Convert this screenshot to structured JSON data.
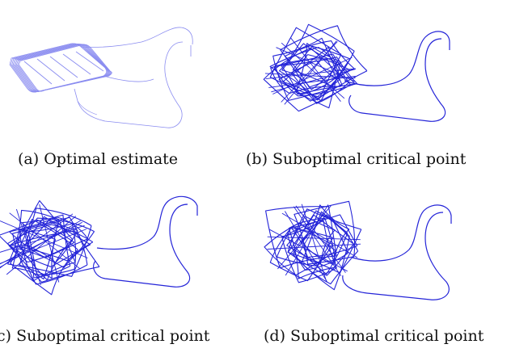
{
  "figure": {
    "panels": [
      {
        "id": "a",
        "caption": "(a) Optimal estimate",
        "stroke_color": "#8a8cf0",
        "variant": "optimal"
      },
      {
        "id": "b",
        "caption": "(b) Suboptimal critical point",
        "stroke_color": "#2424d8",
        "variant": "tangled"
      },
      {
        "id": "c",
        "caption": "c) Suboptimal critical point",
        "stroke_color": "#2424d8",
        "variant": "tangled"
      },
      {
        "id": "d",
        "caption": "(d) Suboptimal critical point",
        "stroke_color": "#2424d8",
        "variant": "tangled"
      }
    ]
  }
}
